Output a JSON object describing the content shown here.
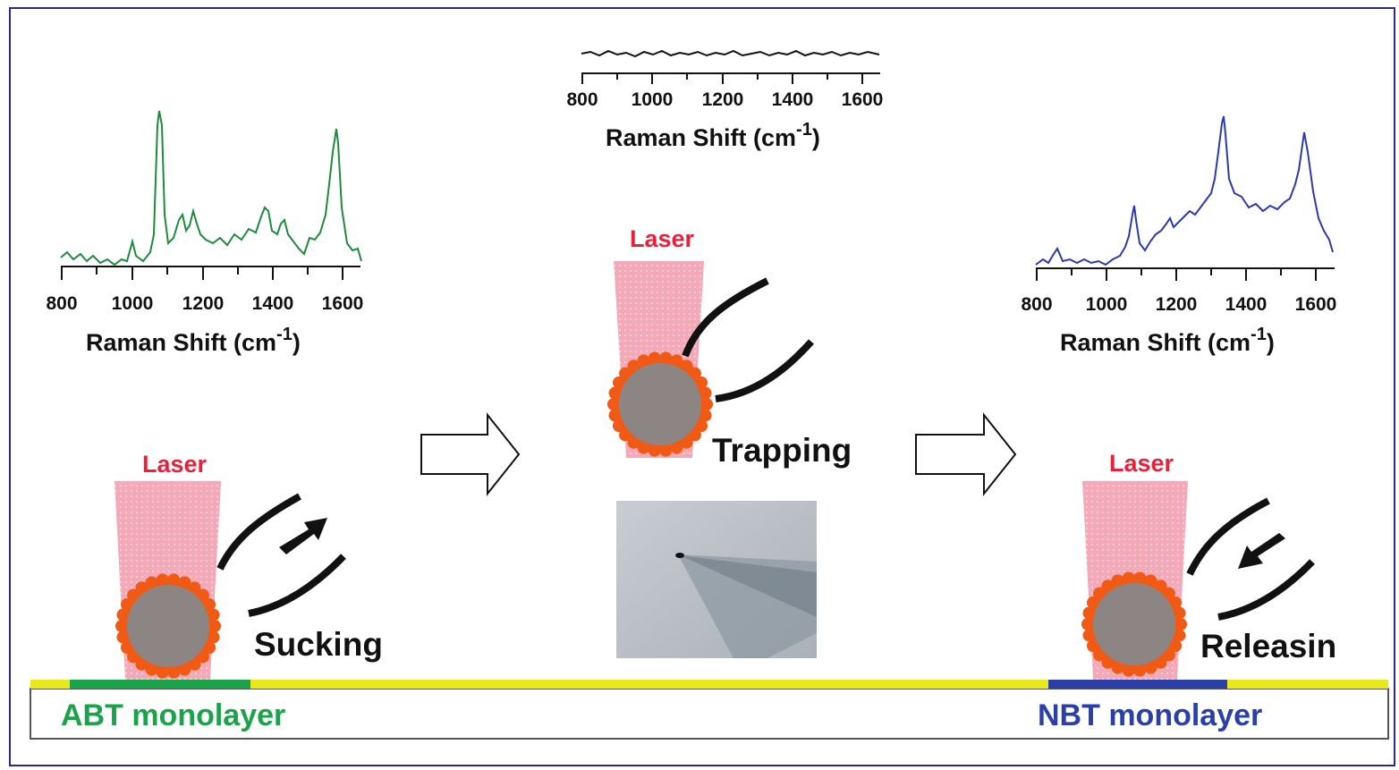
{
  "spectra": {
    "left": {
      "ticks": [
        "800",
        "1000",
        "1200",
        "1400",
        "1600"
      ],
      "axis_label": "Raman Shift (cm",
      "axis_sup": "-1",
      "axis_close": ")",
      "color": "#1e8a3c"
    },
    "middle": {
      "ticks": [
        "800",
        "1000",
        "1200",
        "1400",
        "1600"
      ],
      "axis_label": "Raman Shift (cm",
      "axis_sup": "-1",
      "axis_close": ")",
      "color": "#111111"
    },
    "right": {
      "ticks": [
        "800",
        "1000",
        "1200",
        "1400",
        "1600"
      ],
      "axis_label": "Raman Shift (cm",
      "axis_sup": "-1",
      "axis_close": ")",
      "color": "#2a3aa8"
    }
  },
  "steps": {
    "left": {
      "laser": "Laser",
      "action": "Sucking"
    },
    "middle": {
      "laser": "Laser",
      "action": "Trapping"
    },
    "right": {
      "laser": "Laser",
      "action": "Releasin"
    }
  },
  "substrate": {
    "left_label": "ABT monolayer",
    "right_label": "NBT monolayer",
    "left_color": "#1ba34a",
    "right_color": "#2b3fa8",
    "gold_color": "#e8e81a"
  },
  "colors": {
    "laser": "#f2a0b2",
    "laser_text": "#e8203a",
    "bead_fill": "#8c8583",
    "bead_shell": "#f05a14",
    "frame": "#2a2a8a"
  },
  "icons": [
    "arrow-right-icon",
    "arrow-right-icon",
    "pipette-tip-photo"
  ]
}
